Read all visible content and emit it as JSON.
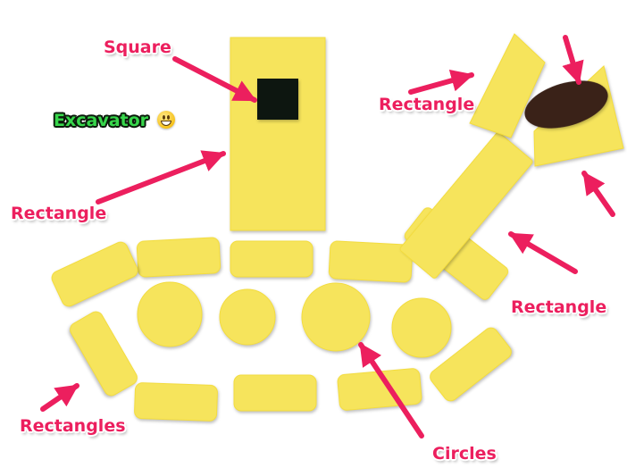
{
  "title": "Excavator",
  "labels": {
    "square": "Square",
    "rectangle_left": "Rectangle",
    "rectangle_top_right": "Rectangle",
    "rectangle_right": "Rectangle",
    "rectangles": "Rectangles",
    "circles": "Circles"
  },
  "colors": {
    "shape_fill": "#f6e45c",
    "label_text": "#ec1f5e",
    "arrow": "#ec1f5e",
    "square_fill": "#0d1610",
    "bucket_oval": "#3a2218",
    "title_text": "#37d64b"
  },
  "icons": {
    "title_emoji": "grinning-face-emoji"
  }
}
